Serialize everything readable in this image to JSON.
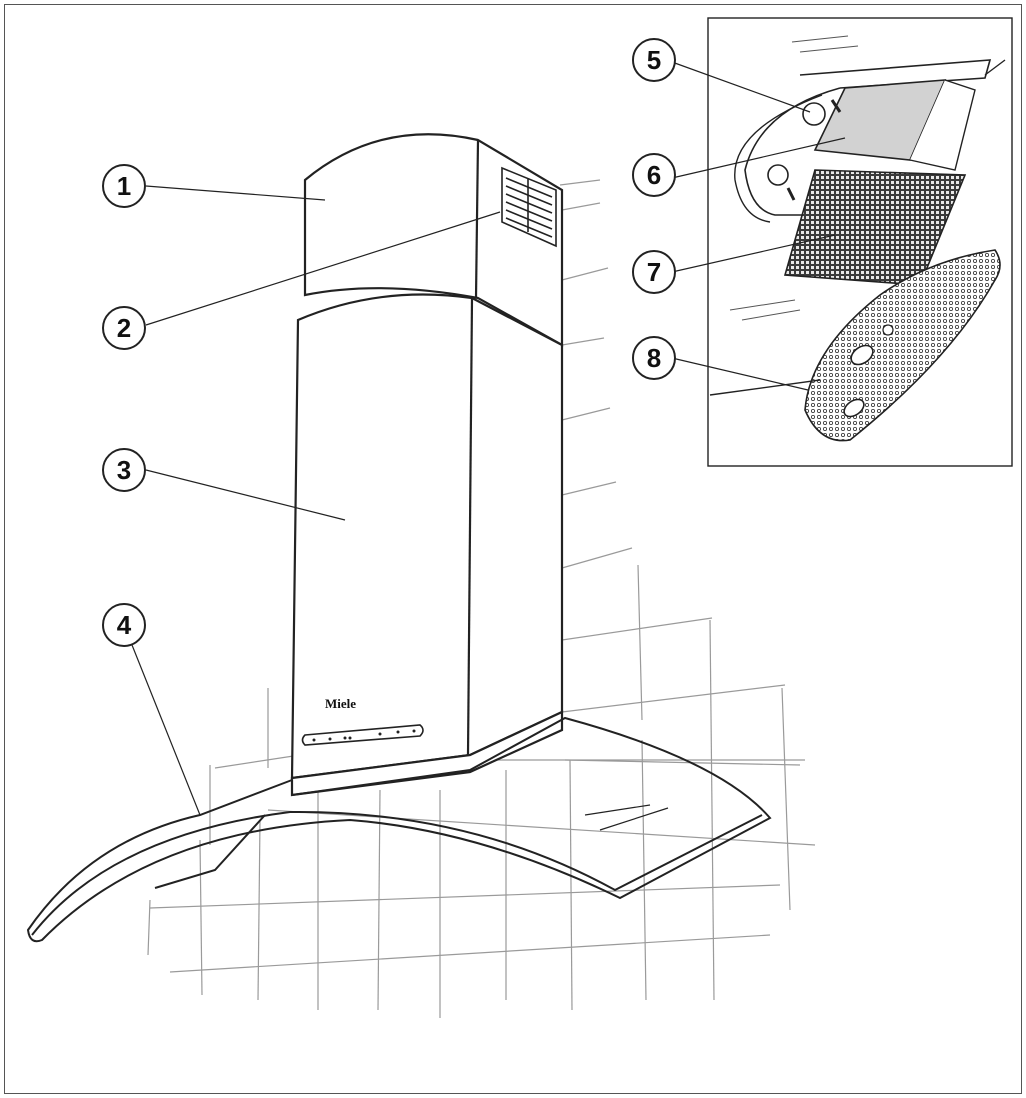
{
  "brand_label": "Miele",
  "callouts": [
    {
      "id": "1",
      "label": "1"
    },
    {
      "id": "2",
      "label": "2"
    },
    {
      "id": "3",
      "label": "3"
    },
    {
      "id": "4",
      "label": "4"
    },
    {
      "id": "5",
      "label": "5"
    },
    {
      "id": "6",
      "label": "6"
    },
    {
      "id": "7",
      "label": "7"
    },
    {
      "id": "8",
      "label": "8"
    }
  ],
  "colors": {
    "line": "#222222",
    "tile": "#9a9a9a",
    "filter_gray": "#d0d0d0",
    "mesh": "#555555"
  }
}
